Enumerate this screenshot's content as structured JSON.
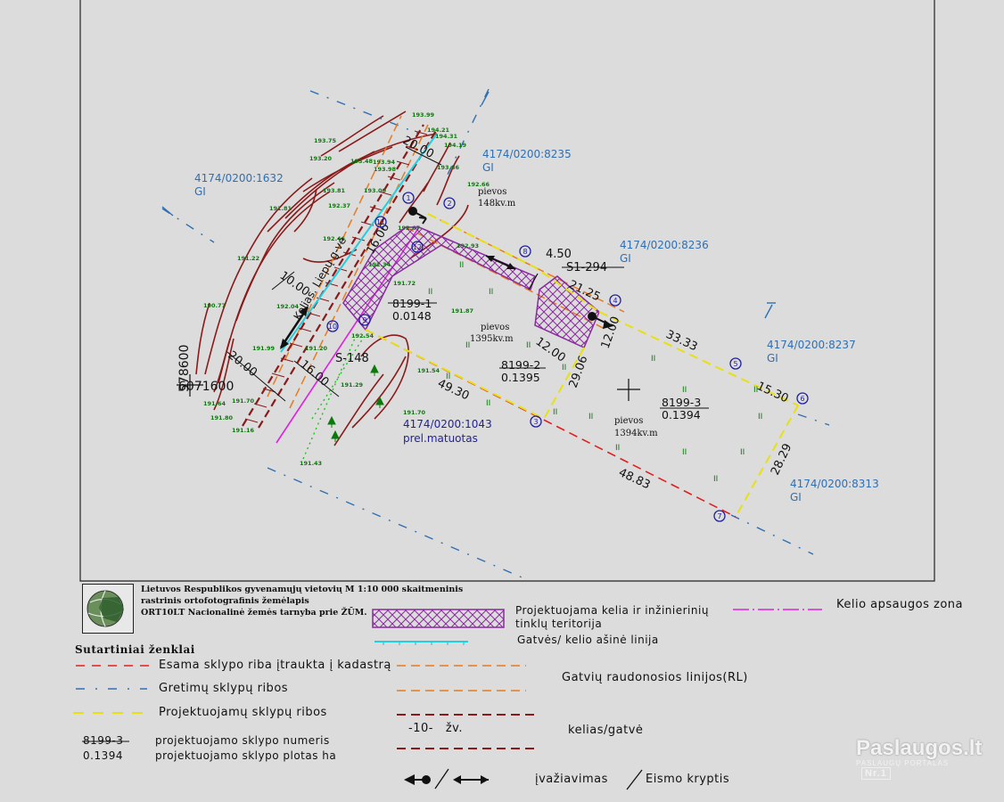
{
  "parcels": {
    "neighbors": [
      {
        "code": "4174/0200:1632",
        "type": "GI"
      },
      {
        "code": "4174/0200:8235",
        "type": "GI"
      },
      {
        "code": "4174/0200:8236",
        "type": "GI"
      },
      {
        "code": "4174/0200:8237",
        "type": "GI"
      },
      {
        "code": "4174/0200:8313",
        "type": "GI"
      },
      {
        "code": "4174/0200:1043",
        "type": "prel.matuotas"
      }
    ],
    "projected": [
      {
        "number": "8199-1",
        "area": "0.0148"
      },
      {
        "number": "8199-2",
        "area": "0.1395"
      },
      {
        "number": "8199-3",
        "area": "0.1394"
      }
    ],
    "labels": [
      "pievos",
      "148kv.m",
      "pievos",
      "1395kv.m",
      "pievos",
      "1394kv.m"
    ],
    "street_label": "Kelias. Liepų g-vė",
    "road_codes": [
      "S1-294",
      "S-148"
    ],
    "dimensions": [
      "20.00",
      "16.06",
      "10.00",
      "20.00",
      "16.00",
      "4.50",
      "21.25",
      "12.00",
      "12.00",
      "29.06",
      "33.33",
      "15.30",
      "28.29",
      "48.83",
      "49.30"
    ],
    "point_numbers": [
      "1",
      "2",
      "3",
      "4",
      "5",
      "6",
      "7",
      "8",
      "9",
      "10",
      "11",
      "12"
    ],
    "coordinates": [
      "578600",
      "6071600"
    ],
    "elevations": [
      "193.99",
      "194.21",
      "194.31",
      "194.19",
      "193.75",
      "193.20",
      "193.48",
      "193.94",
      "193.98",
      "193.86",
      "192.66",
      "193.81",
      "193.00",
      "192.37",
      "191.81",
      "192.46",
      "192.67",
      "192.93",
      "191.22",
      "192.34",
      "191.72",
      "190.77",
      "192.04",
      "191.87",
      "191.99",
      "191.20",
      "192.54",
      "191.54",
      "191.64",
      "191.70",
      "191.80",
      "191.16",
      "191.29",
      "191.70",
      "191.43"
    ]
  },
  "legend": {
    "source_lines": [
      "Lietuvos Respublikos gyvenamųjų vietovių M 1:10 000 skaitmeninis",
      "rastrinis ortofotografinis žemėlapis",
      "ORT10LT Nacionalinė žemės tarnyba prie ŽŪM."
    ],
    "title": "Sutartiniai ženklai",
    "cadastre_boundary": "Esama sklypo riba įtraukta į kadastrą",
    "neighbor_boundaries": "Gretimų sklypų ribos",
    "projected_boundaries": "Projektuojamų sklypų ribos",
    "parcel_number_sample": "8199-3",
    "parcel_area_sample": "0.1394",
    "parcel_number_desc": "projektuojamo sklypo numeris",
    "parcel_area_desc": "projektuojamo sklypo plotas ha",
    "road_territory": "Projektuojama kelia ir inžinierinių tinklų teritorija",
    "axis_line": "Gatvės/ kelio ašinė linija",
    "red_lines": "Gatvių raudonosios linijos(RL)",
    "road_sample": "-10-   žv.",
    "road": "kelias/gatvė",
    "protection_zone": "Kelio apsaugos zona",
    "entrance": "įvažiavimas",
    "traffic_direction": "Eismo kryptis"
  },
  "watermark": {
    "name": "Paslaugos.lt",
    "sub": "PASLAUGŲ PORTALAS",
    "nr": "Nr.1"
  },
  "colors": {
    "background": "#dcdcdc",
    "cadastre": "#e02020",
    "neighbors": "#2f6fb3",
    "projected": "#e8e010",
    "red_lines": "#e87a20",
    "road": "#8b1a1a",
    "axis": "#20d0e0",
    "protection": "#e020e0",
    "territory": "#8a2aa0",
    "contours": "#8b1a1a"
  }
}
